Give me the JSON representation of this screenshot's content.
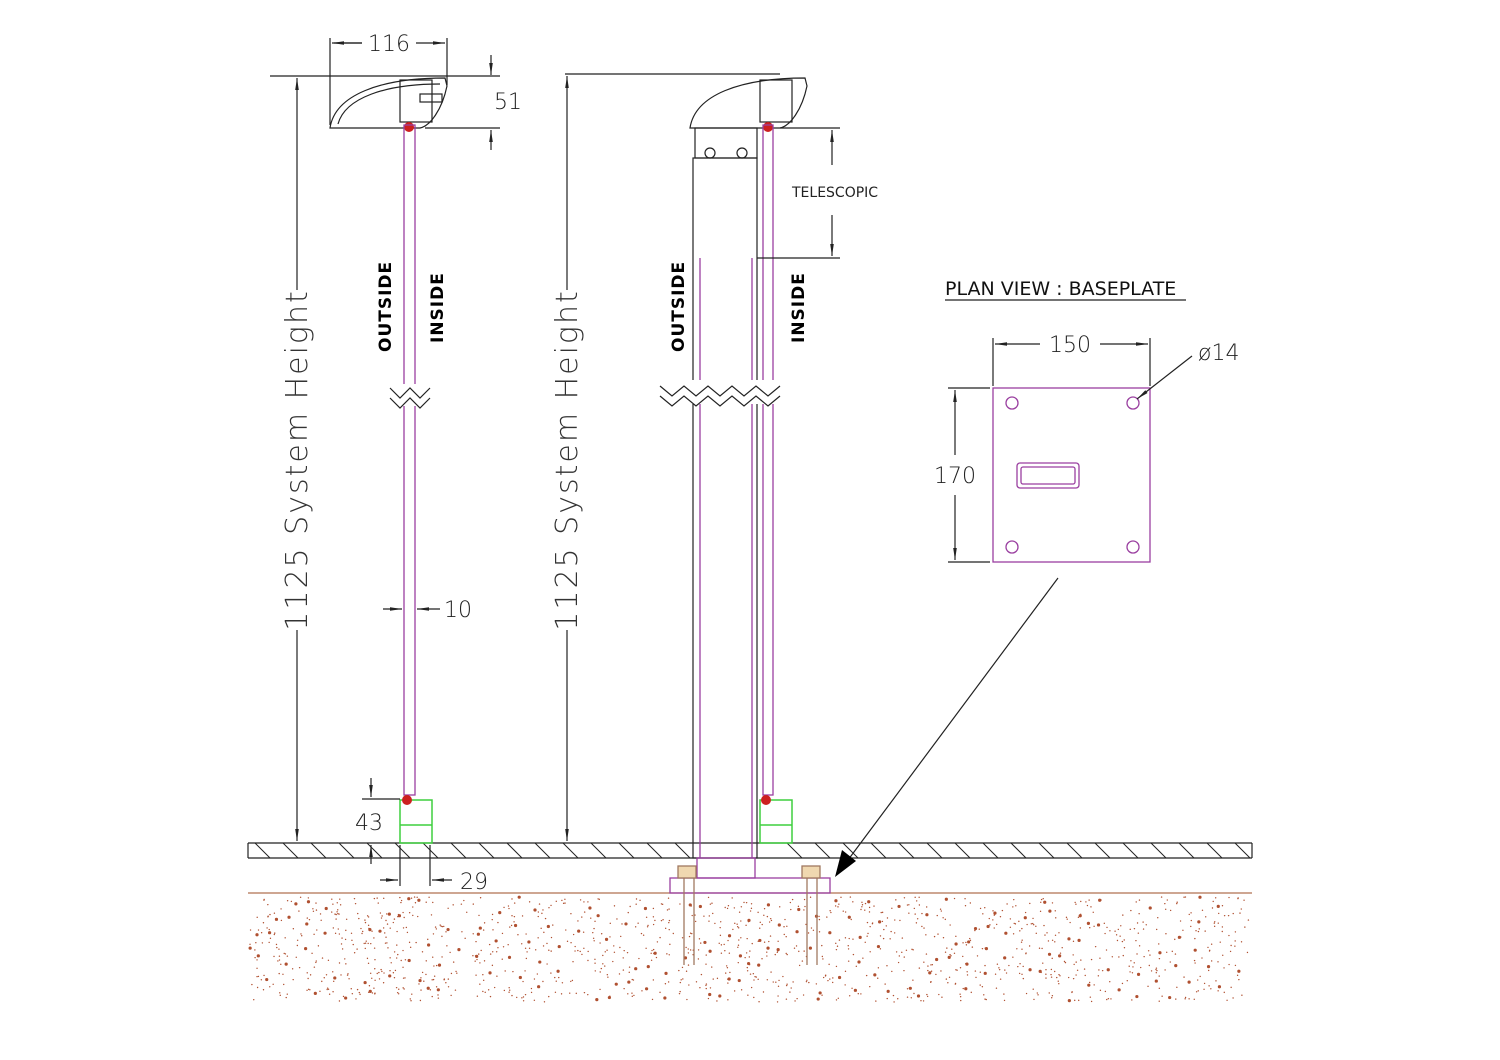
{
  "left_section": {
    "handrail_width": "116",
    "handrail_height": "51",
    "system_height": "1125  System  Height",
    "outside_label": "OUTSIDE",
    "inside_label": "INSIDE",
    "glass_thickness": "10",
    "base_channel_height": "43",
    "base_channel_width": "29"
  },
  "right_section": {
    "system_height": "1125  System  Height",
    "outside_label": "OUTSIDE",
    "inside_label": "INSIDE",
    "telescopic_label": "TELESCOPIC"
  },
  "plan_view": {
    "title": "PLAN VIEW : BASEPLATE",
    "width": "150",
    "height": "170",
    "hole_diameter": "ø14"
  },
  "colors": {
    "post": "#9a3fa0",
    "channel": "#3fcf3f",
    "gasket": "#cc2020",
    "concrete": "#b05030"
  }
}
